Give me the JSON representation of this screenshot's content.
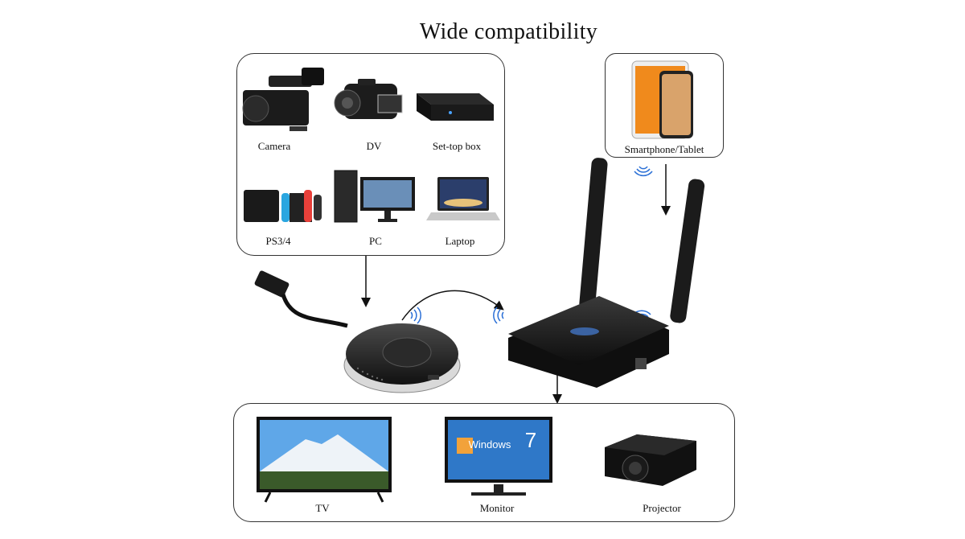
{
  "title": "Wide compatibility",
  "sources": {
    "camera": "Camera",
    "dv": "DV",
    "settop": "Set-top box",
    "ps": "PS3/4",
    "pc": "PC",
    "laptop": "Laptop"
  },
  "phone": {
    "label": "Smartphone/Tablet"
  },
  "displays": {
    "tv": "TV",
    "monitor": "Monitor",
    "projector": "Projector",
    "windows_text": "Windows",
    "windows_version": "7"
  },
  "colors": {
    "device_black": "#1a1a1a",
    "wifi_blue": "#2a6fd6",
    "screen_blue": "#2f78c8"
  }
}
